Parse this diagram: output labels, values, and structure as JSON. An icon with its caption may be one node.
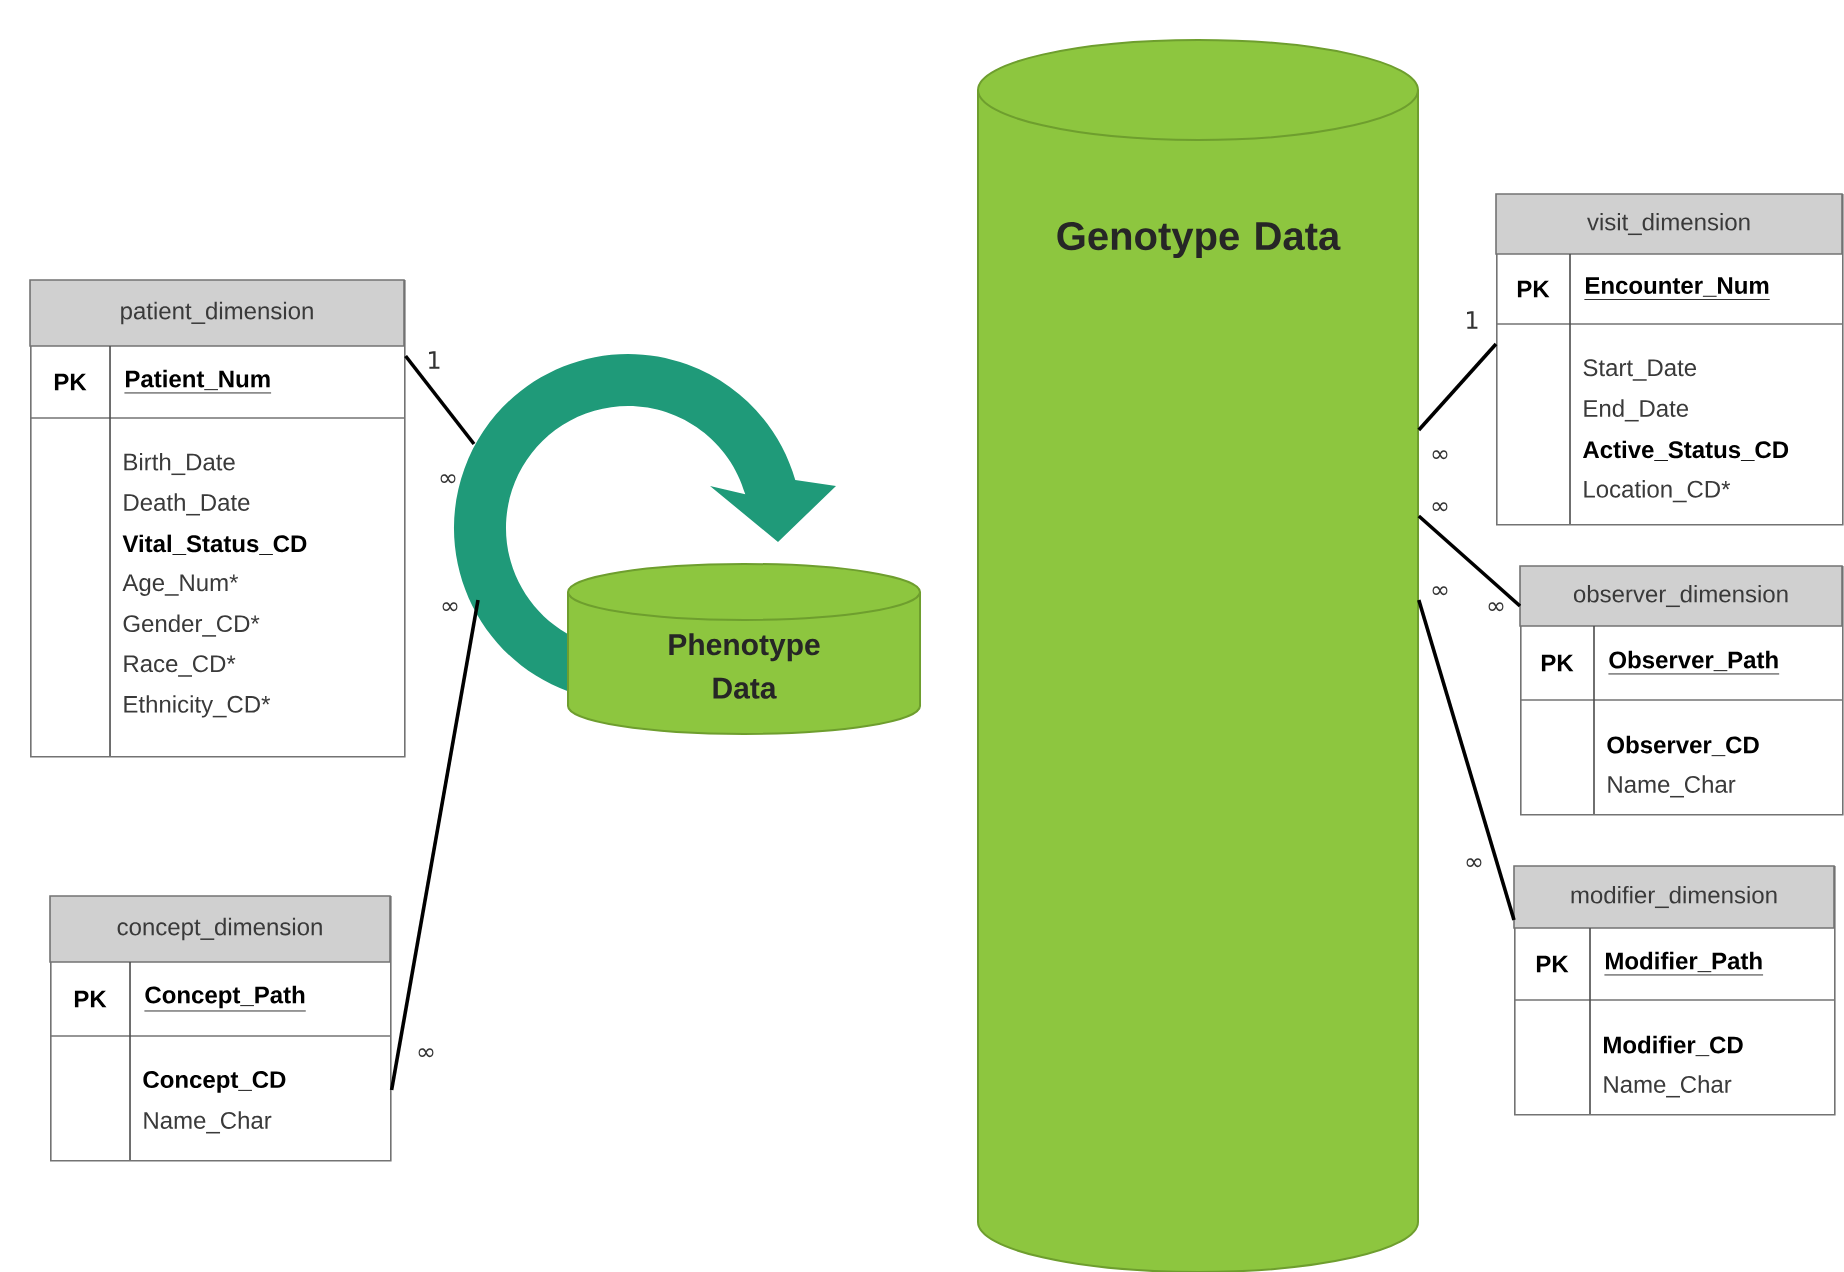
{
  "diagram": {
    "nodes": [
      {
        "text": [
          "patient_dimension",
          "PK",
          "Patient_Num",
          "Birth_Date",
          "Death_Date",
          "Vital_Status_CD",
          "Age_Num*",
          "Gender_CD*",
          "Race_CD*",
          "Ethnicity_CD*"
        ]
      },
      {
        "text": [
          "concept_dimension",
          "PK",
          "Concept_Path",
          "Concept_CD",
          "Name_Char"
        ]
      },
      {
        "text": [
          "Phenotype Data"
        ]
      },
      {
        "text": [
          "Genotype Data"
        ]
      },
      {
        "text": [
          "visit_dimension",
          "PK",
          "Encounter_Num",
          "Start_Date",
          "End_Date",
          "Active_Status_CD",
          "Location_CD*"
        ]
      },
      {
        "text": [
          "observer_dimension",
          "PK",
          "Observer_Path",
          "Observer_CD",
          "Name_Char"
        ]
      },
      {
        "text": [
          "modifier_dimension",
          "PK",
          "Modifier_Path",
          "Modifier_CD",
          "Name_Char"
        ]
      }
    ],
    "edges": [
      {
        "from": 0,
        "to": 2,
        "arrow": "none"
      },
      {
        "from": 1,
        "to": 2,
        "arrow": "none"
      },
      {
        "from": 4,
        "to": 3,
        "arrow": "none"
      },
      {
        "from": 5,
        "to": 3,
        "arrow": "none"
      },
      {
        "from": 6,
        "to": 3,
        "arrow": "none"
      }
    ],
    "labels": [
      "1",
      "∞",
      "∞",
      "∞",
      "1",
      "∞",
      "∞",
      "∞",
      "∞",
      "∞"
    ]
  }
}
